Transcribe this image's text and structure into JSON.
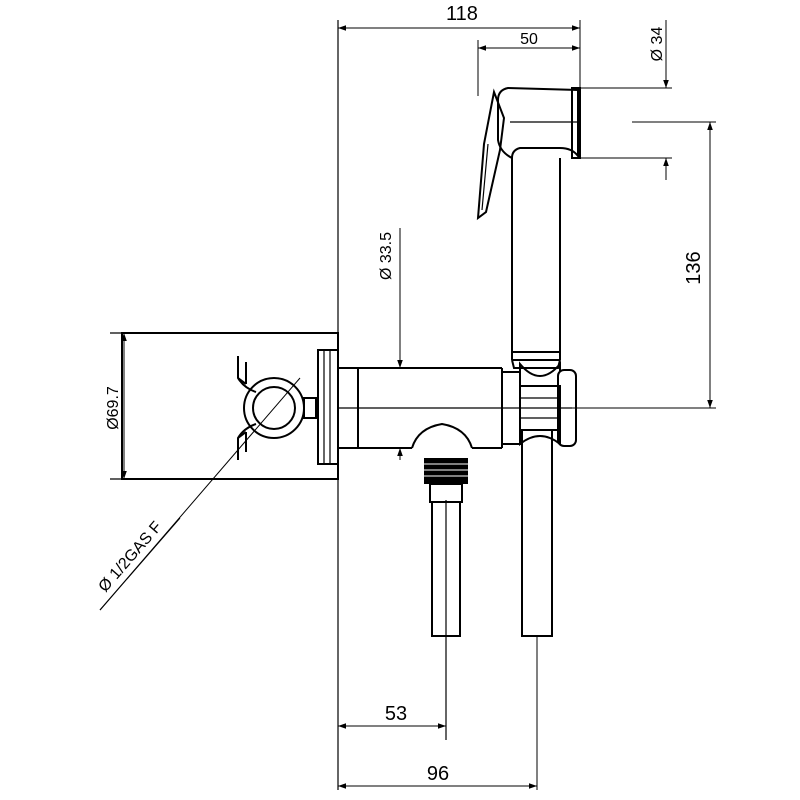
{
  "drawing": {
    "dimensions": {
      "overall_width": "118",
      "handset_width": "50",
      "handset_diameter": "Ø 34",
      "height_spray_to_axis": "136",
      "body_diameter": "Ø 33.5",
      "flange_diameter": "Ø69.7",
      "inlet_connection": "Ø 1/2GAS F",
      "inlet_offset": "53",
      "hose_offset": "96"
    }
  }
}
